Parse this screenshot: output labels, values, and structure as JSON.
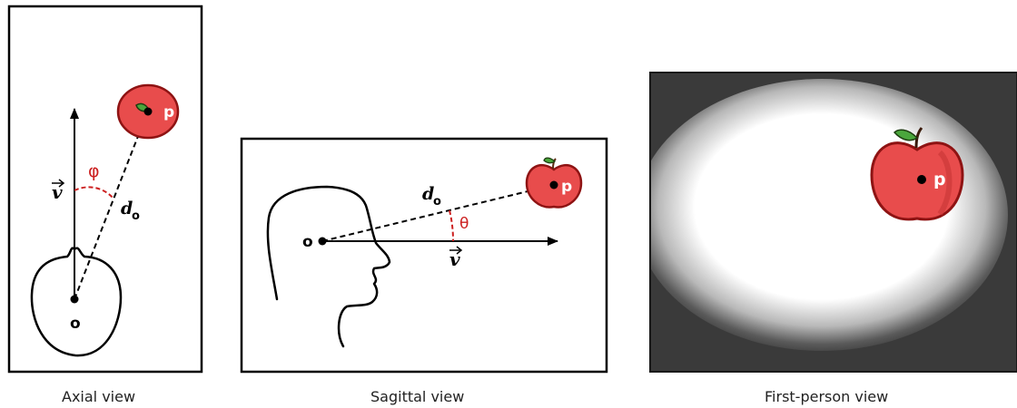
{
  "panels": {
    "axial": {
      "caption": "Axial view",
      "origin_label": "o",
      "point_label": "p",
      "vector_label": "v",
      "distance_label": "d",
      "distance_subscript": "o",
      "angle_label": "φ"
    },
    "sagittal": {
      "caption": "Sagittal view",
      "origin_label": "o",
      "point_label": "p",
      "vector_label": "v",
      "distance_label": "d",
      "distance_subscript": "o",
      "angle_label": "θ"
    },
    "first_person": {
      "caption": "First-person view",
      "point_label": "p"
    }
  },
  "colors": {
    "apple_red": "#e84c4c",
    "apple_outline": "#8e1313",
    "leaf_green": "#4aa63c",
    "angle_red": "#cc2020",
    "vignette_dark": "#3a3a3a"
  }
}
